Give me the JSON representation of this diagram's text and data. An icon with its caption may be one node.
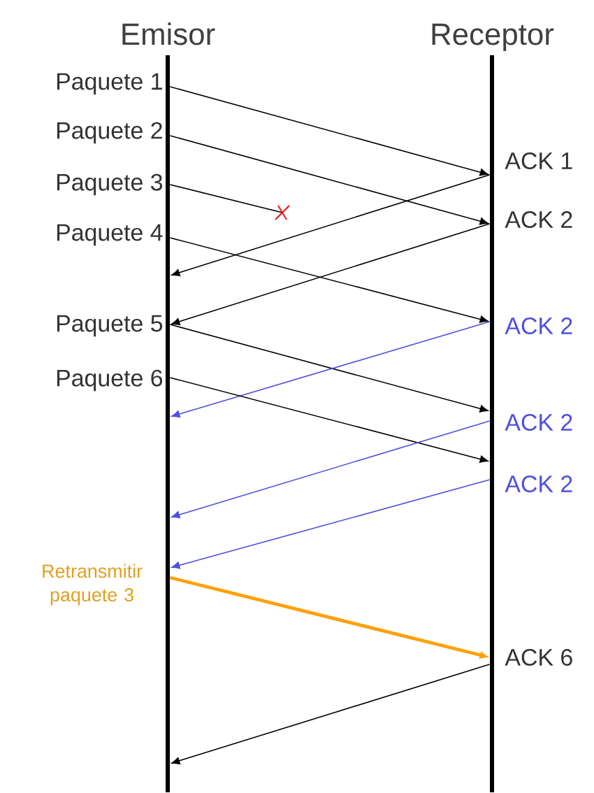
{
  "diagram": {
    "nodes": [
      {
        "text": [
          "Emisor"
        ]
      },
      {
        "text": [
          "Receptor"
        ]
      }
    ],
    "edges": [
      {
        "from": 0,
        "to": 1,
        "arrow": "to"
      },
      {
        "from": 0,
        "to": 1,
        "arrow": "to"
      },
      {
        "from": 0,
        "to": null,
        "arrow": "none"
      },
      {
        "from": 1,
        "to": 0,
        "arrow": "to"
      },
      {
        "from": 0,
        "to": 1,
        "arrow": "to"
      },
      {
        "from": 1,
        "to": 0,
        "arrow": "to"
      },
      {
        "from": 0,
        "to": 1,
        "arrow": "to"
      },
      {
        "from": 1,
        "to": 0,
        "arrow": "to",
        "color": "#4f4fe0"
      },
      {
        "from": 0,
        "to": 1,
        "arrow": "to"
      },
      {
        "from": 1,
        "to": 0,
        "arrow": "to",
        "color": "#4f4fe0"
      },
      {
        "from": 1,
        "to": 0,
        "arrow": "to",
        "color": "#4f4fe0"
      },
      {
        "from": 0,
        "to": 1,
        "arrow": "to",
        "style": "thick",
        "color": "#ffa000"
      },
      {
        "from": 1,
        "to": 0,
        "arrow": "to"
      }
    ],
    "labels": [
      "Paquete 1",
      "Paquete 2",
      "ACK 1",
      "Paquete 3",
      "ACK 2",
      "Paquete 4",
      "Paquete 5",
      "ACK 2",
      "Paquete 6",
      "ACK 2",
      "ACK 2",
      "Retransmitir paquete 3",
      "ACK 6"
    ]
  }
}
